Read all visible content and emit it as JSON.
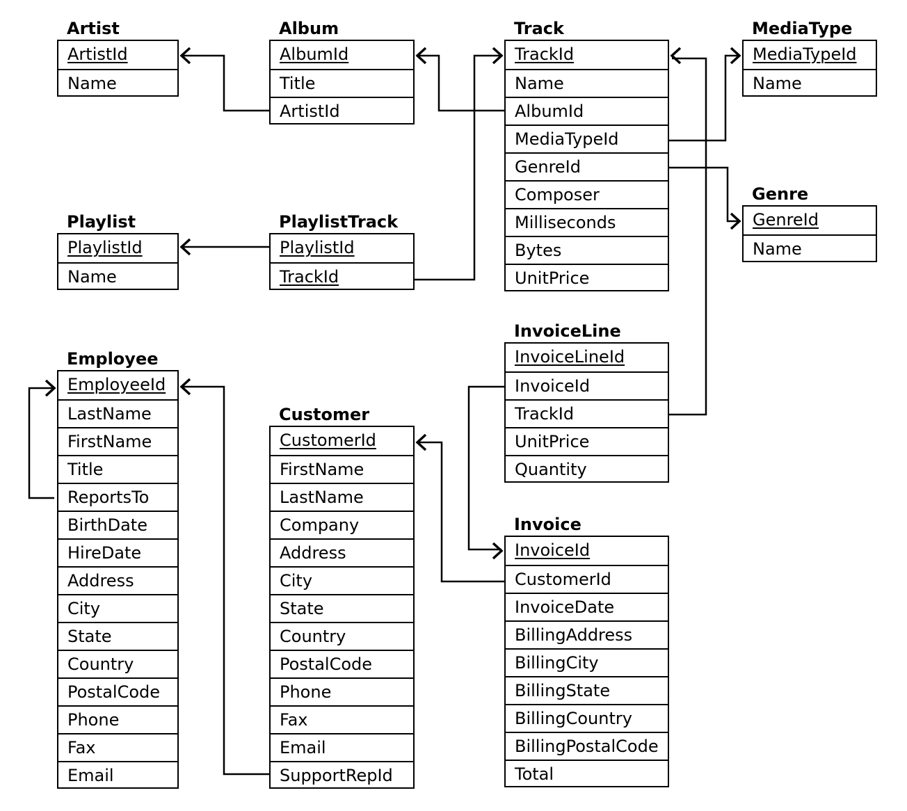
{
  "tables": [
    {
      "id": "artist",
      "title": "Artist",
      "pk": [
        "ArtistId"
      ],
      "fields": [
        "ArtistId",
        "Name"
      ]
    },
    {
      "id": "album",
      "title": "Album",
      "pk": [
        "AlbumId"
      ],
      "fields": [
        "AlbumId",
        "Title",
        "ArtistId"
      ]
    },
    {
      "id": "track",
      "title": "Track",
      "pk": [
        "TrackId"
      ],
      "fields": [
        "TrackId",
        "Name",
        "AlbumId",
        "MediaTypeId",
        "GenreId",
        "Composer",
        "Milliseconds",
        "Bytes",
        "UnitPrice"
      ]
    },
    {
      "id": "mediatype",
      "title": "MediaType",
      "pk": [
        "MediaTypeId"
      ],
      "fields": [
        "MediaTypeId",
        "Name"
      ]
    },
    {
      "id": "genre",
      "title": "Genre",
      "pk": [
        "GenreId"
      ],
      "fields": [
        "GenreId",
        "Name"
      ]
    },
    {
      "id": "playlist",
      "title": "Playlist",
      "pk": [
        "PlaylistId"
      ],
      "fields": [
        "PlaylistId",
        "Name"
      ]
    },
    {
      "id": "playlisttrack",
      "title": "PlaylistTrack",
      "pk": [
        "PlaylistId",
        "TrackId"
      ],
      "fields": [
        "PlaylistId",
        "TrackId"
      ]
    },
    {
      "id": "invoiceline",
      "title": "InvoiceLine",
      "pk": [
        "InvoiceLineId"
      ],
      "fields": [
        "InvoiceLineId",
        "InvoiceId",
        "TrackId",
        "UnitPrice",
        "Quantity"
      ]
    },
    {
      "id": "employee",
      "title": "Employee",
      "pk": [
        "EmployeeId"
      ],
      "fields": [
        "EmployeeId",
        "LastName",
        "FirstName",
        "Title",
        "ReportsTo",
        "BirthDate",
        "HireDate",
        "Address",
        "City",
        "State",
        "Country",
        "PostalCode",
        "Phone",
        "Fax",
        "Email"
      ]
    },
    {
      "id": "customer",
      "title": "Customer",
      "pk": [
        "CustomerId"
      ],
      "fields": [
        "CustomerId",
        "FirstName",
        "LastName",
        "Company",
        "Address",
        "City",
        "State",
        "Country",
        "PostalCode",
        "Phone",
        "Fax",
        "Email",
        "SupportRepId"
      ]
    },
    {
      "id": "invoice",
      "title": "Invoice",
      "pk": [
        "InvoiceId"
      ],
      "fields": [
        "InvoiceId",
        "CustomerId",
        "InvoiceDate",
        "BillingAddress",
        "BillingCity",
        "BillingState",
        "BillingCountry",
        "BillingPostalCode",
        "Total"
      ]
    }
  ],
  "relationships": [
    {
      "from": "album.ArtistId",
      "to": "artist.ArtistId"
    },
    {
      "from": "track.AlbumId",
      "to": "album.AlbumId"
    },
    {
      "from": "playlisttrack.TrackId",
      "to": "track.TrackId"
    },
    {
      "from": "track.MediaTypeId",
      "to": "mediatype.MediaTypeId"
    },
    {
      "from": "track.GenreId",
      "to": "genre.GenreId"
    },
    {
      "from": "invoiceline.TrackId",
      "to": "track.TrackId"
    },
    {
      "from": "playlisttrack.PlaylistId",
      "to": "playlist.PlaylistId"
    },
    {
      "from": "employee.ReportsTo",
      "to": "employee.EmployeeId"
    },
    {
      "from": "customer.SupportRepId",
      "to": "employee.EmployeeId"
    },
    {
      "from": "invoice.CustomerId",
      "to": "customer.CustomerId"
    },
    {
      "from": "invoiceline.InvoiceId",
      "to": "invoice.InvoiceId"
    }
  ]
}
